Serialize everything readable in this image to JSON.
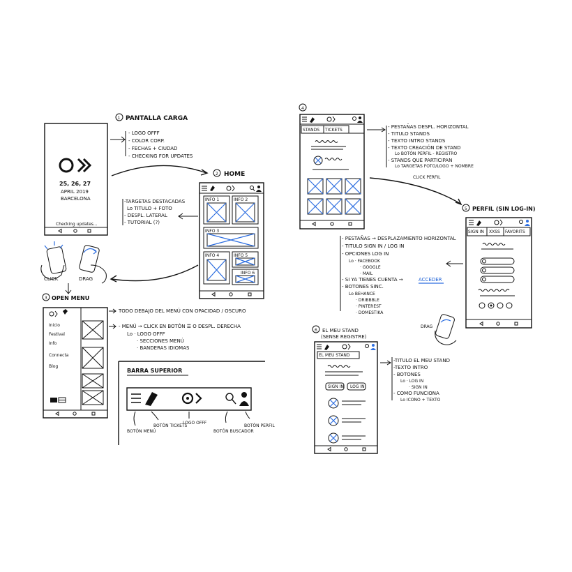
{
  "screen1": {
    "title": "PANTALLA CARGA",
    "number": "1",
    "dates": "25, 26, 27",
    "month_year": "APRIL 2019",
    "city": "BARCELONA",
    "checking": "Checking updates...",
    "notes": [
      "- LOGO OFFF",
      "- COLOR CORP.",
      "- FECHAS + CIUDAD",
      "- CHECKING FOR UPDATES"
    ]
  },
  "screen2": {
    "title": "HOME",
    "number": "2",
    "cards": [
      "INFO 1",
      "INFO 2",
      "INFO 3",
      "INFO 4",
      "INFO 5",
      "INFO 6"
    ],
    "notes": [
      "-TARGETAS DESTACADAS",
      "Lo TITULO + FOTO",
      "- DESPL. LATERAL",
      "- TUTORIAL (?)"
    ]
  },
  "gestures": {
    "click": "CLICK",
    "drag": "DRAG",
    "drag2": "DRAG"
  },
  "screen3": {
    "title": "OPEN MENU",
    "number": "3",
    "menu_items": [
      "Inicio",
      "Festival",
      "Info",
      "Connecta",
      "Blog"
    ],
    "notes": [
      "TODO DEBAJO DEL MENÚ CON OPACIDAD / OSCURO",
      "- MENÚ → CLICK EN BOTÓN ☰ O DESPL. DERECHA",
      "Lo · LOGO OFFF",
      "· SECCIONES MENÚ",
      "· BANDERAS IDIOMAS"
    ]
  },
  "top_bar": {
    "title": "BARRA SUPERIOR",
    "labels": [
      "BOTÓN MENÚ",
      "BOTÓN TICKETS",
      "LOGO OFFF",
      "BOTÓN BUSCADOR",
      "BOTÓN PERFIL"
    ]
  },
  "screen4": {
    "number": "4",
    "tabs": [
      "STANDS",
      "TICKETS"
    ],
    "notes": [
      "- PESTAÑAS DESPL. HORIZONTAL",
      "- TITULO STANDS",
      "- TEXTO INTRO STANDS",
      "- TEXTO CREACIÓN DE STAND",
      "Lo BOTÓN PERFIL - REGISTRO",
      "- STANDS QUE PARTICIPAN",
      "Lo TARGETAS FOTO/LOGO + NOMBRE"
    ],
    "click_label": "CLICK PERFIL"
  },
  "screen5": {
    "number": "5",
    "title": "PERFIL (SIN LOG-IN)",
    "tabs": [
      "SIGN IN",
      "XXSS",
      "FAVORITS"
    ],
    "notes": [
      "- PESTAÑAS → DESPLAZAMIENTO HORIZONTAL",
      "- TITULO SIGN IN / LOG IN",
      "- OPCIONES LOG IN",
      "Lo · FACEBOOK",
      "· GOOGLE",
      "· MAIL",
      "- SI YA TIENES CUENTA →",
      "- BOTONES SINC.",
      "Lo BEHANCE",
      "· DRIBBBLE",
      "· PINTEREST",
      "· DOMESTIKA"
    ],
    "acceder": "ACCEDER",
    "drag": "DRAG"
  },
  "screen6": {
    "number": "6",
    "title": "EL MEU STAND",
    "subtitle": "(SENSE REGISTRE)",
    "tab": "EL MEU STAND",
    "buttons": [
      "SIGN IN",
      "LOG IN"
    ],
    "notes": [
      "-TITULO EL MEU STAND",
      "-TEXTO INTRO",
      "- BOTONES",
      "Lo · LOG IN",
      "· SIGN IN",
      "- COMO FUNCIONA",
      "Lo ICONO + TEXTO"
    ]
  },
  "colors": {
    "ink": "#111111",
    "accent": "#1a5fd6",
    "sketch_blue": "#2d6ee0"
  }
}
